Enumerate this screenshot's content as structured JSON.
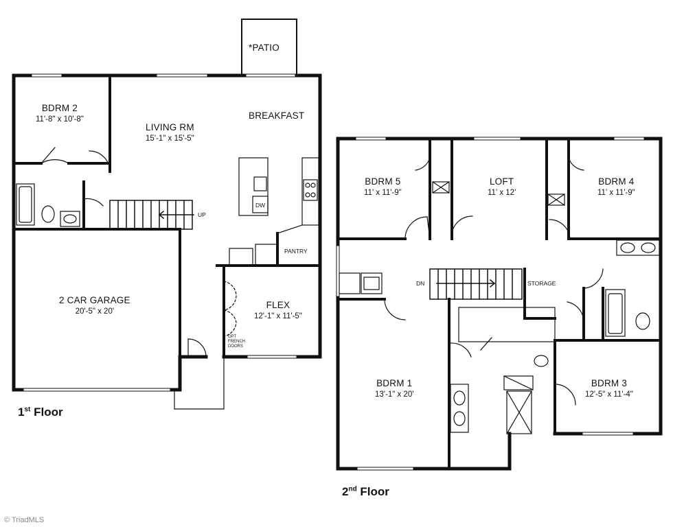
{
  "first_floor": {
    "title_num": "1",
    "title_sup": "st",
    "title_word": "Floor",
    "rooms": {
      "patio": {
        "name": "*PATIO"
      },
      "bdrm2": {
        "name": "BDRM 2",
        "dims": "11'-8\" x 10'-8\""
      },
      "living": {
        "name": "LIVING RM",
        "dims": "15'-1\" x 15'-5\""
      },
      "breakfast": {
        "name": "BREAKFAST"
      },
      "garage": {
        "name": "2 CAR GARAGE",
        "dims": "20'-5\" x 20'"
      },
      "flex": {
        "name": "FLEX",
        "dims": "12'-1\" x 11'-5\""
      },
      "pantry": {
        "name": "PANTRY"
      }
    },
    "labels": {
      "up": "UP",
      "dw": "DW",
      "french_doors": "OPT FRENCH DOORS"
    }
  },
  "second_floor": {
    "title_num": "2",
    "title_sup": "nd",
    "title_word": "Floor",
    "rooms": {
      "bdrm5": {
        "name": "BDRM 5",
        "dims": "11' x 11'-9\""
      },
      "loft": {
        "name": "LOFT",
        "dims": "11' x 12'"
      },
      "bdrm4": {
        "name": "BDRM 4",
        "dims": "11' x 11'-9\""
      },
      "bdrm1": {
        "name": "BDRM 1",
        "dims": "13'-1\" x 20'"
      },
      "bdrm3": {
        "name": "BDRM 3",
        "dims": "12'-5\" x 11'-4\""
      },
      "storage": {
        "name": "STORAGE"
      }
    },
    "labels": {
      "dn": "DN"
    }
  },
  "watermark": "© TriadMLS",
  "colors": {
    "wall": "#111111",
    "line": "#333333",
    "background": "#ffffff",
    "watermark": "#888888"
  }
}
